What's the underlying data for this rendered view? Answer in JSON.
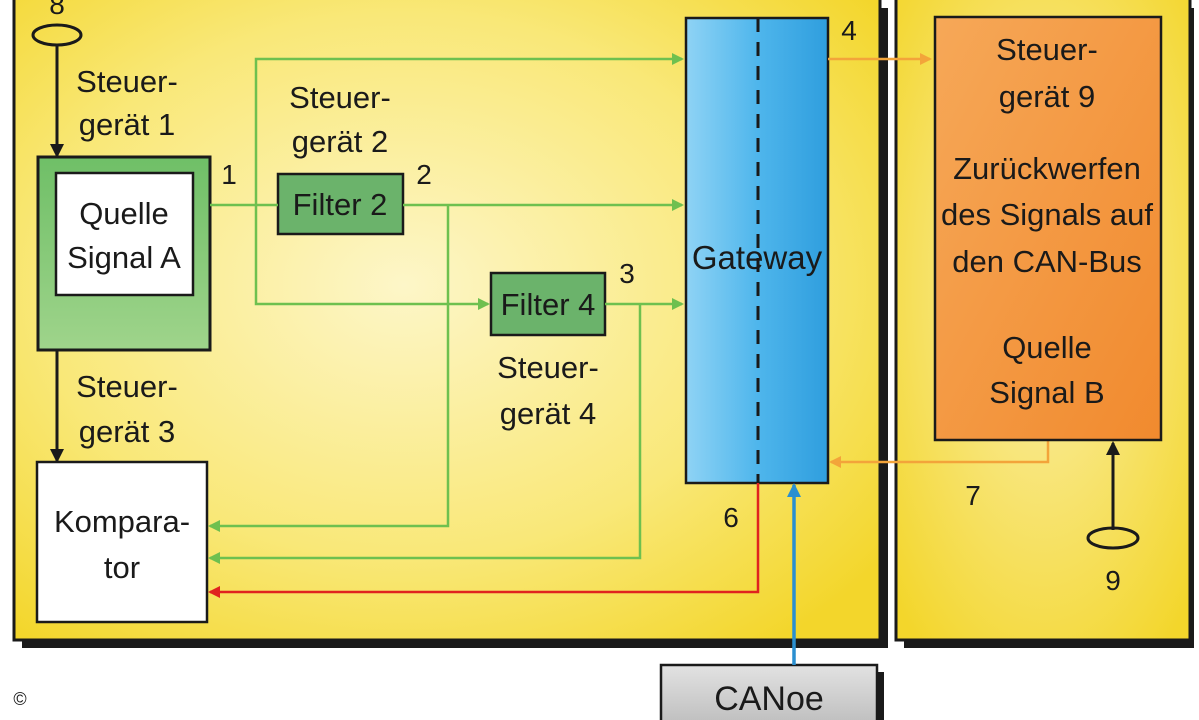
{
  "diagram": {
    "labels": {
      "ecu1_name": [
        "Steuer-",
        "gerät 1"
      ],
      "source_a": [
        "Quelle",
        "Signal A"
      ],
      "ecu2_name": [
        "Steuer-",
        "gerät 2"
      ],
      "filter2": "Filter 2",
      "filter4": "Filter 4",
      "ecu4_name": [
        "Steuer-",
        "gerät 4"
      ],
      "ecu3_name": [
        "Steuer-",
        "gerät 3"
      ],
      "comparator": [
        "Kompara-",
        "tor"
      ],
      "gateway": "Gateway",
      "ecu9_name": [
        "Steuer-",
        "gerät 9"
      ],
      "reflect": [
        "Zurückwerfen",
        "des Signals auf",
        "den CAN-Bus"
      ],
      "source_b": [
        "Quelle",
        "Signal B"
      ],
      "canoe": "CANoe",
      "copyright": "©"
    },
    "numbers": {
      "n1": "1",
      "n2": "2",
      "n3": "3",
      "n4": "4",
      "n6": "6",
      "n7": "7",
      "n8": "8",
      "n9": "9"
    },
    "colors": {
      "panel_yellow": "#f5dc3a",
      "panel_light": "#fbf0a8",
      "filter_green": "#6bb36b",
      "ecu_green": "#8ccc7c",
      "gateway_blue": "#55b9ec",
      "ecu9_orange": "#f49a45",
      "canoe_gray": "#cfcfcf",
      "green_line": "#6ec04f",
      "orange_line": "#f3a43a",
      "red_line": "#e0231f",
      "blue_line": "#2a8fd0"
    }
  }
}
